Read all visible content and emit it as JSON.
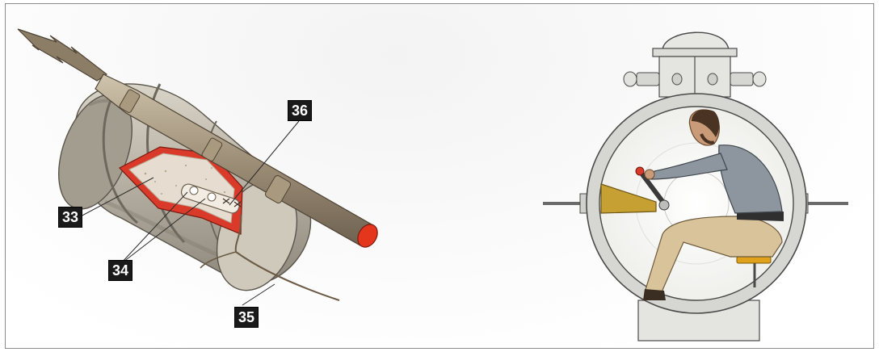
{
  "callouts": [
    {
      "id": "33",
      "label": "33"
    },
    {
      "id": "34",
      "label": "34"
    },
    {
      "id": "35",
      "label": "35"
    },
    {
      "id": "36",
      "label": "36"
    }
  ],
  "colors": {
    "canister_metal": "#b9b3a6",
    "charge_red": "#d93a2a",
    "powder": "#e6ddd0",
    "spar_pole": "#9e8f78",
    "hull": "#dcdcd8",
    "hull_outline": "#4a4a4a",
    "shirt": "#8d969e",
    "trousers": "#d9c39b",
    "seat": "#e0a21b",
    "crank_arm": "#c6a033"
  },
  "left_figure": {
    "icon": "spar-torpedo-cutaway-icon"
  },
  "right_figure": {
    "icon": "submarine-crew-cross-section-icon"
  }
}
